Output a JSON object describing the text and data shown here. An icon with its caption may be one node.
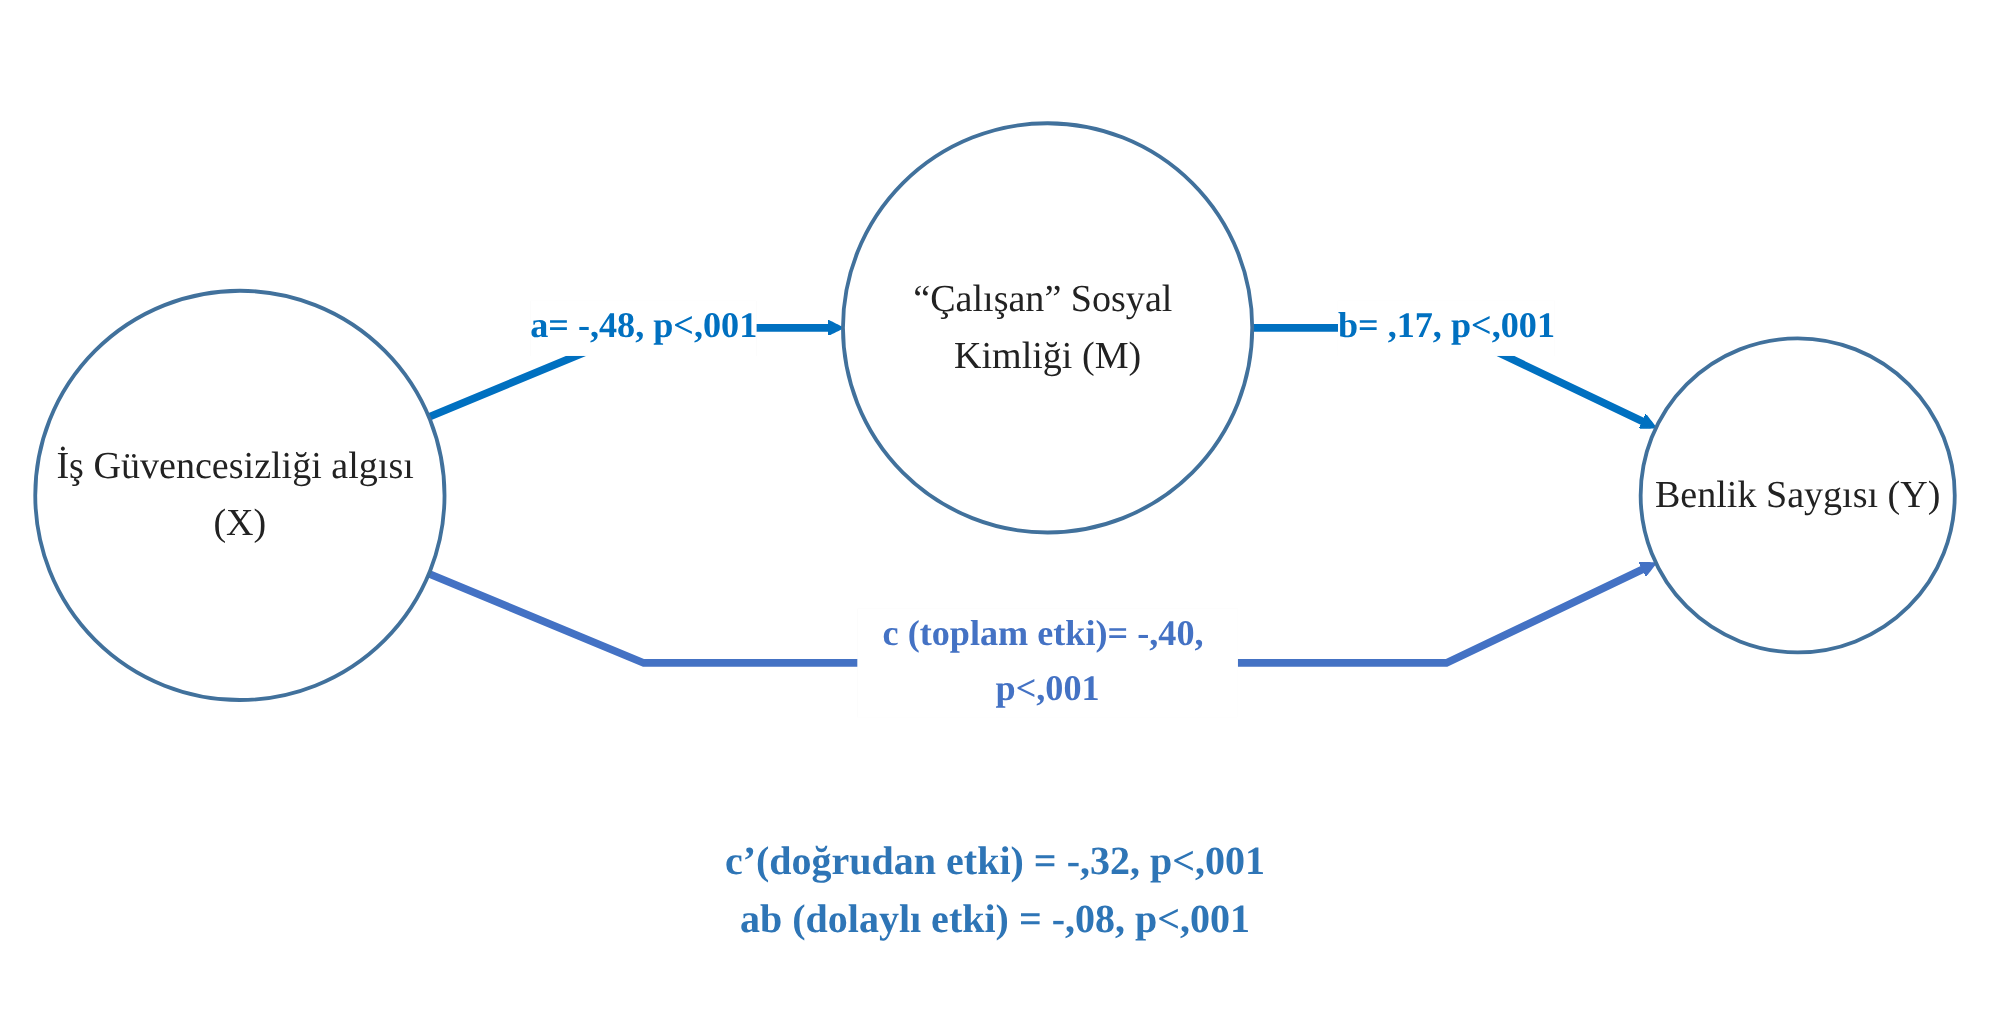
{
  "diagram": {
    "nodes": [
      {
        "text": [
          "“Çalışan” Sosyal Kimliği (M)"
        ]
      },
      {
        "text": [
          "İş Güvencesizliği algısı (X)"
        ]
      },
      {
        "text": [
          "Benlik Saygısı (Y)"
        ]
      }
    ],
    "edges": [
      {
        "from": 1,
        "to": 0,
        "arrow": "to",
        "label": "a= -,48, p<,001"
      },
      {
        "from": 0,
        "to": 2,
        "arrow": "to",
        "label": "b= ,17, p<,001"
      },
      {
        "from": 1,
        "to": 2,
        "arrow": "to",
        "label": "c (toplam etki)= -,40, p<,001",
        "color": "#4472c4"
      }
    ],
    "labels": [
      "c’(doğrudan etki) = -,32, p<,001",
      "ab (dolaylı etki) = -,08, p<,001"
    ]
  }
}
